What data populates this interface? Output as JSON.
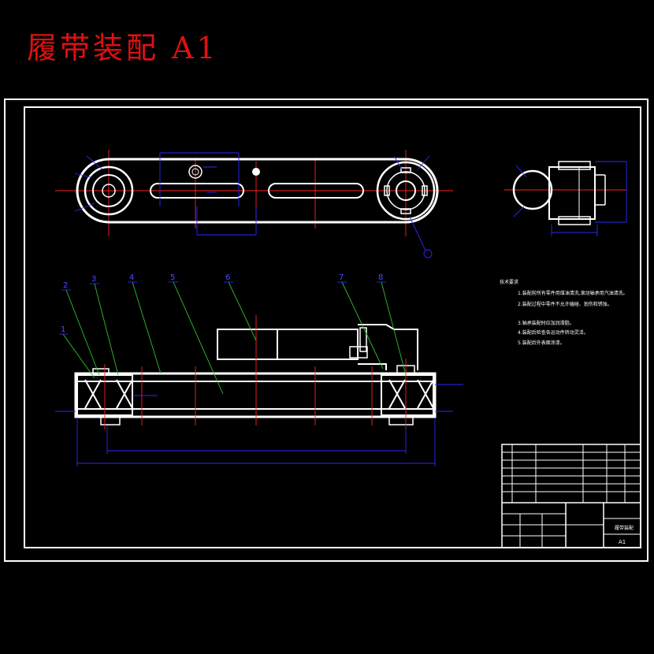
{
  "title": "履带装配 A1",
  "notes": {
    "heading": "技术要求",
    "lines": [
      "1.装配前所有零件用煤油清洗,滚动轴承用汽油清洗。",
      "2.装配过程中零件不允许磕碰、划伤和锈蚀。",
      "3.轴承装配时应加润滑脂。",
      "4.装配后检查各运动件转动灵活。",
      "5.装配后外表面涂漆。"
    ]
  },
  "balloons": [
    "1",
    "2",
    "3",
    "4",
    "5",
    "6",
    "7",
    "8"
  ],
  "title_block": {
    "drawing_name": "履带装配",
    "sheet": "A1"
  },
  "colors": {
    "title": "#e01010",
    "outline": "#ffffff",
    "dimension": "#2a2aff",
    "centerline": "#ff2020",
    "leader": "#2fbf2f"
  }
}
